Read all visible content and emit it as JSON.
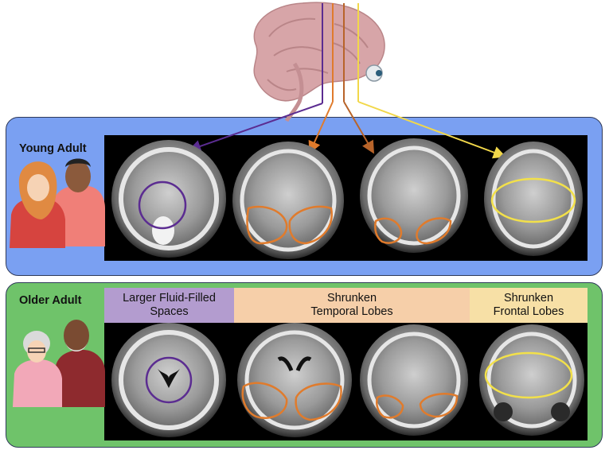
{
  "young": {
    "label": "Young Adult"
  },
  "older": {
    "label": "Older Adult"
  },
  "regions": {
    "fluid": {
      "label": "Larger Fluid-Filled Spaces",
      "color": "#5b2c91"
    },
    "temporal": {
      "line1": "Shrunken",
      "line2": "Temporal Lobes",
      "color": "#e07b2c"
    },
    "frontal": {
      "line1": "Shrunken",
      "line2": "Frontal Lobes",
      "color": "#f2e04a"
    }
  },
  "colors": {
    "young_panel": "#7aa0f2",
    "older_panel": "#6fc36a",
    "fluid_box": "#b39ccf",
    "temporal_box": "#f6cfa9",
    "frontal_box": "#f7e0a6",
    "brain": "#d7a5a8"
  }
}
